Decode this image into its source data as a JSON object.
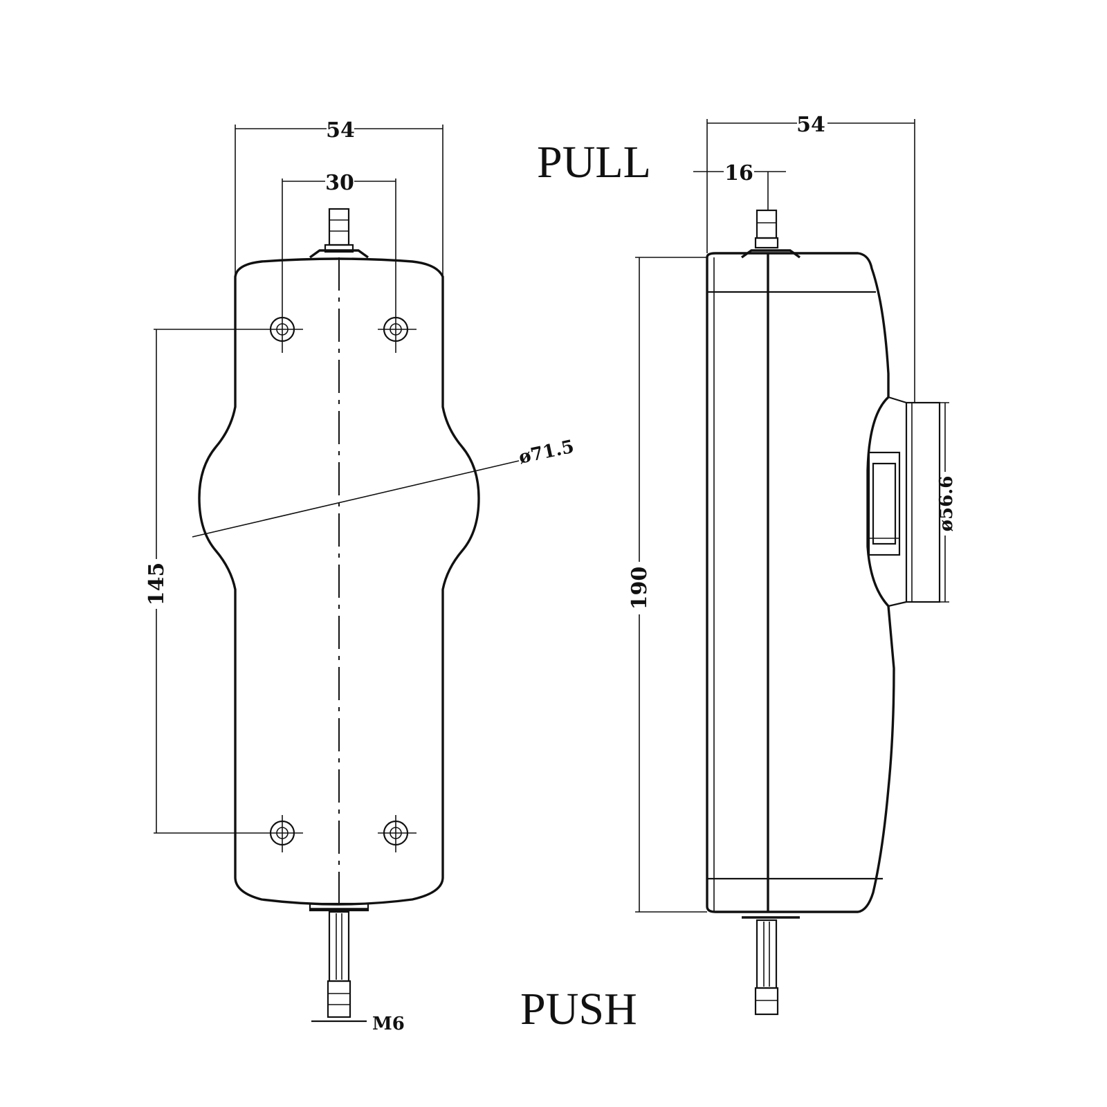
{
  "labels": {
    "pull": "PULL",
    "push": "PUSH"
  },
  "front_view": {
    "overall_width": "54",
    "hole_spacing_x": "30",
    "hole_spacing_y": "145",
    "bulge_diameter": "ø71.5",
    "thread": "M6"
  },
  "side_view": {
    "overall_depth": "54",
    "shaft_offset": "16",
    "height": "190",
    "display_diameter": "ø56.6"
  }
}
